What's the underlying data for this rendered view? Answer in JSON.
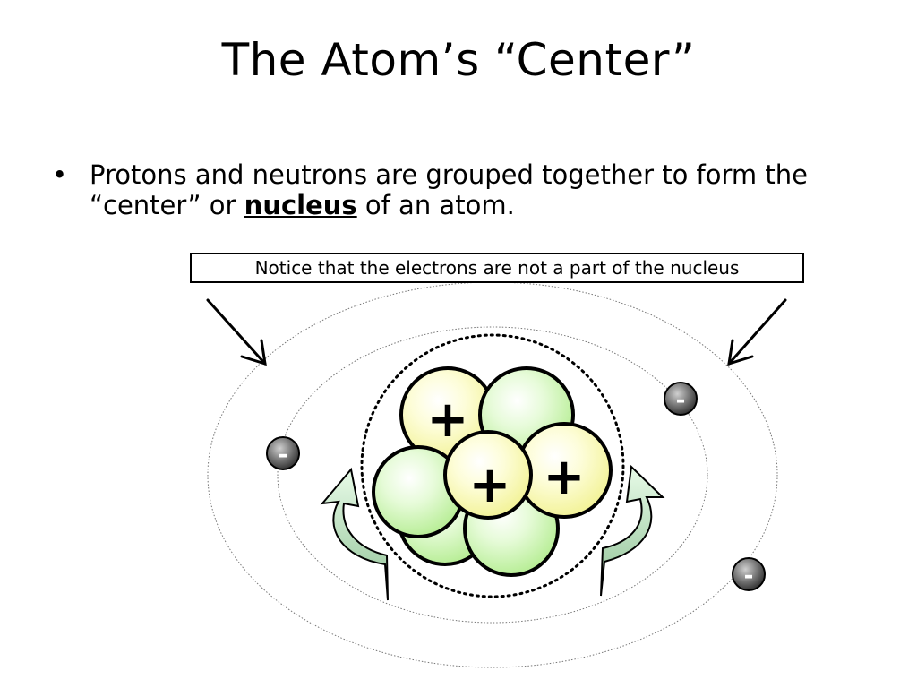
{
  "title": "The Atom’s “Center”",
  "bullet": {
    "marker": "•",
    "text_before": "Protons and neutrons are grouped together to form the “center” or ",
    "keyword": "nucleus",
    "text_after": " of an atom."
  },
  "note": "Notice that the electrons are not a part of the nucleus",
  "diagram": {
    "proton_label": "+",
    "electron_label": "-",
    "colors": {
      "proton_fill": "#fbfbb0",
      "neutron_fill": "#c9f5b0",
      "arrow_fill": "#9fcfa0",
      "electron_fill": "#555555"
    }
  }
}
